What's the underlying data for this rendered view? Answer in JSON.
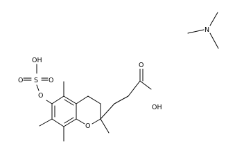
{
  "molecules": {
    "trimethylamine": {
      "n_label": "N"
    },
    "chromanol_sulfate": {
      "sulfate_oh_label": "OH",
      "sulfur_label": "S",
      "oxo_o_left_label": "O",
      "oxo_o_right_label": "O",
      "ester_o_label": "O",
      "ring_o_label": "O",
      "acid_oxo_o_label": "O",
      "acid_oh_label": "OH"
    }
  }
}
